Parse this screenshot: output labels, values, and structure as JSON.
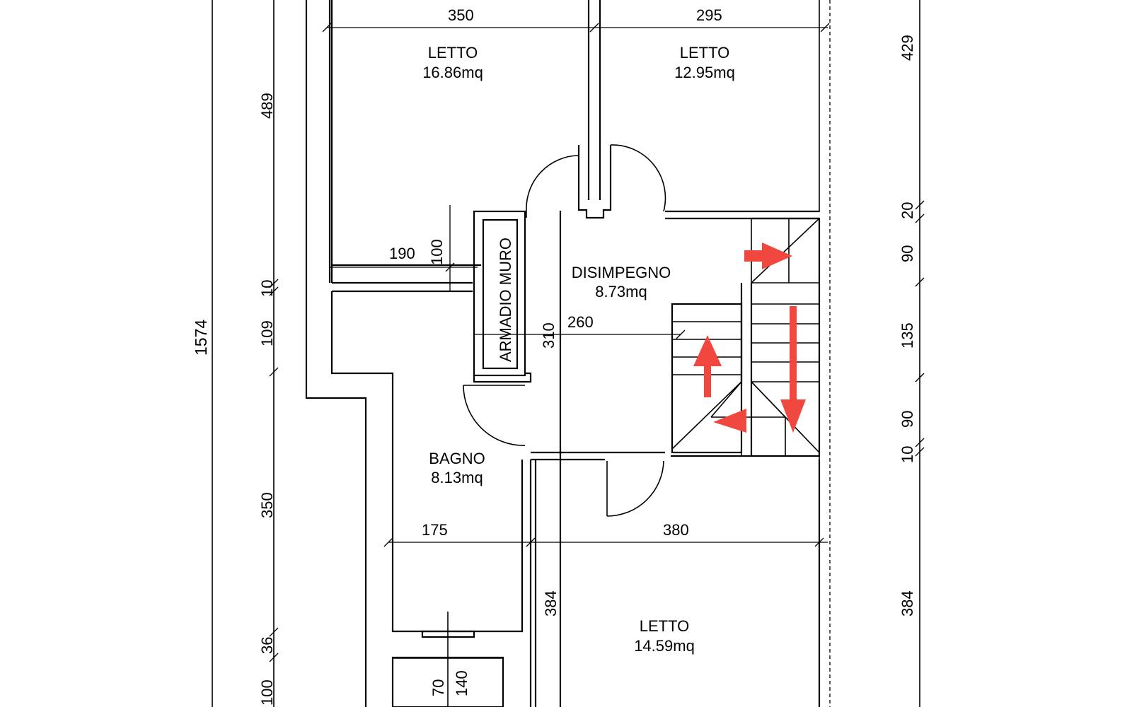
{
  "rooms": {
    "letto_1": {
      "name": "LETTO",
      "area": "16.86mq"
    },
    "letto_2": {
      "name": "LETTO",
      "area": "12.95mq"
    },
    "disimpegno": {
      "name": "DISIMPEGNO",
      "area": "8.73mq"
    },
    "bagno": {
      "name": "BAGNO",
      "area": "8.13mq"
    },
    "letto_3": {
      "name": "LETTO",
      "area": "14.59mq"
    },
    "armadio": {
      "name": "ARMADIO MURO"
    }
  },
  "dimensions": {
    "top_left_width": "350",
    "top_right_width": "295",
    "overall_height": "1574",
    "left_489": "489",
    "left_10": "10",
    "left_109": "109",
    "left_350": "350",
    "left_36": "36",
    "left_100": "100",
    "right_429": "429",
    "right_20": "20",
    "right_90a": "90",
    "right_135": "135",
    "right_90b": "90",
    "right_10": "10",
    "right_384": "384",
    "corridor_190": "190",
    "corridor_100": "100",
    "disimpegno_310": "310",
    "disimpegno_260": "260",
    "bagno_175": "175",
    "letto_380": "380",
    "letto_384": "384",
    "shaft_70": "70",
    "shaft_140": "140"
  },
  "colors": {
    "lines": "#000000",
    "arrows": "#f0473f",
    "background": "#ffffff"
  }
}
